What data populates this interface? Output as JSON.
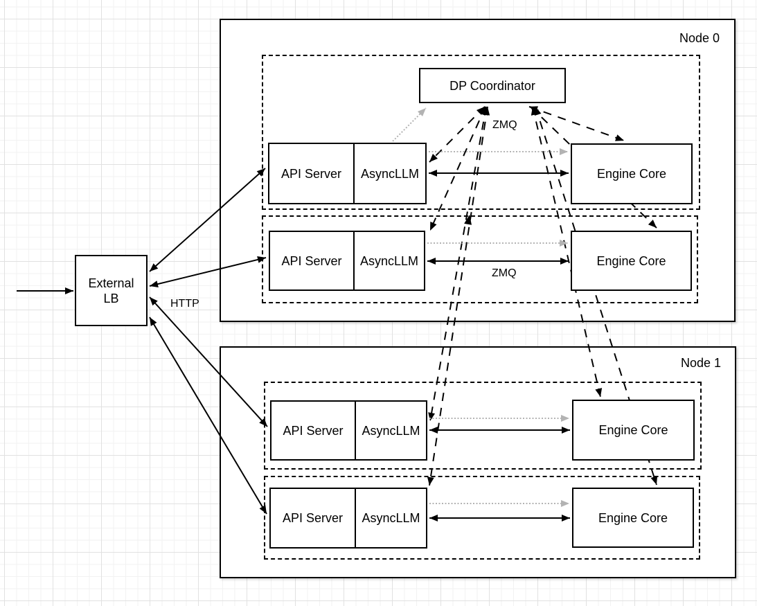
{
  "diagram": {
    "colors": {
      "stroke": "#000000",
      "gray_arrow": "#b3b3b3",
      "box_fill": "#ffffff",
      "grid_minor": "#f2f2f2",
      "grid_major": "#e1e1e1"
    },
    "external_lb": {
      "line1": "External",
      "line2": "LB"
    },
    "coordinator": {
      "label": "DP Coordinator"
    },
    "labels": {
      "http": "HTTP",
      "zmq_coordinator": "ZMQ",
      "zmq_row": "ZMQ"
    },
    "nodes": [
      {
        "label": "Node 0",
        "rows": [
          {
            "api_server": "API Server",
            "async_llm": "AsyncLLM",
            "engine_core": "Engine Core"
          },
          {
            "api_server": "API Server",
            "async_llm": "AsyncLLM",
            "engine_core": "Engine Core"
          }
        ]
      },
      {
        "label": "Node 1",
        "rows": [
          {
            "api_server": "API Server",
            "async_llm": "AsyncLLM",
            "engine_core": "Engine Core"
          },
          {
            "api_server": "API Server",
            "async_llm": "AsyncLLM",
            "engine_core": "Engine Core"
          }
        ]
      }
    ]
  }
}
